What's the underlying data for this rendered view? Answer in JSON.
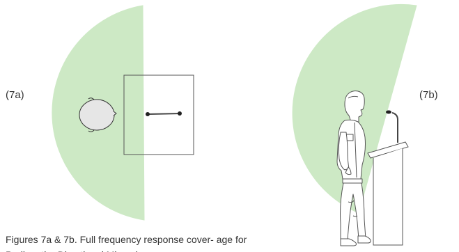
{
  "figure_a": {
    "label": "(7a)"
  },
  "figure_b": {
    "label": "(7b)"
  },
  "caption": {
    "text": "Figures 7a & 7b. Full frequency response cover- age for Podium the Directional Microphone"
  },
  "colors": {
    "coverage_fill": "#cde9c5",
    "coverage_edge": "#a9d59b",
    "line": "#555555",
    "head_fill": "#e6e6e6",
    "podium_fill": "#ffffff"
  },
  "icons": {
    "head": "head-top-view-icon",
    "microphone": "microphone-icon",
    "person": "standing-person-icon",
    "podium": "podium-icon"
  }
}
